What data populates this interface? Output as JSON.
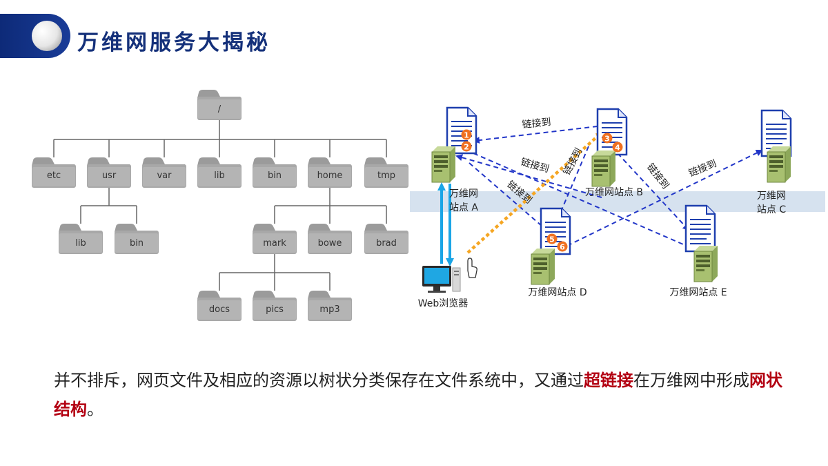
{
  "title": "万维网服务大揭秘",
  "colors": {
    "title_blue": "#14307a",
    "folder_gray": "#a5a5a5",
    "link_blue": "#2236c8",
    "browser_link": "#1aa5e6",
    "click_orange": "#f5a623",
    "marker_orange": "#f07020",
    "highlight_red": "#b30012",
    "band_blue": "#d6e2ef"
  },
  "tree": {
    "root": "/",
    "level1": [
      "etc",
      "usr",
      "var",
      "lib",
      "bin",
      "home",
      "tmp"
    ],
    "usr_children": [
      "lib",
      "bin"
    ],
    "home_children": [
      "mark",
      "bowe",
      "brad"
    ],
    "mark_children": [
      "docs",
      "pics",
      "mp3"
    ]
  },
  "web": {
    "link_label": "链接到",
    "sites": {
      "a": [
        "万维网",
        "站点 A"
      ],
      "b": "万维网站点 B",
      "c": [
        "万维网",
        "站点 C"
      ],
      "d": "万维网站点 D",
      "e": "万维网站点 E"
    },
    "browser": "Web浏览器",
    "markers": [
      "1",
      "2",
      "3",
      "4",
      "5",
      "6"
    ]
  },
  "caption": {
    "part1": "并不排斥，网页文件及相应的资源以树状分类保存在文件系统中，又通过",
    "highlight1": "超链接",
    "part2": "在万维网中形成",
    "highlight2": "网状结构",
    "part3": "。"
  }
}
